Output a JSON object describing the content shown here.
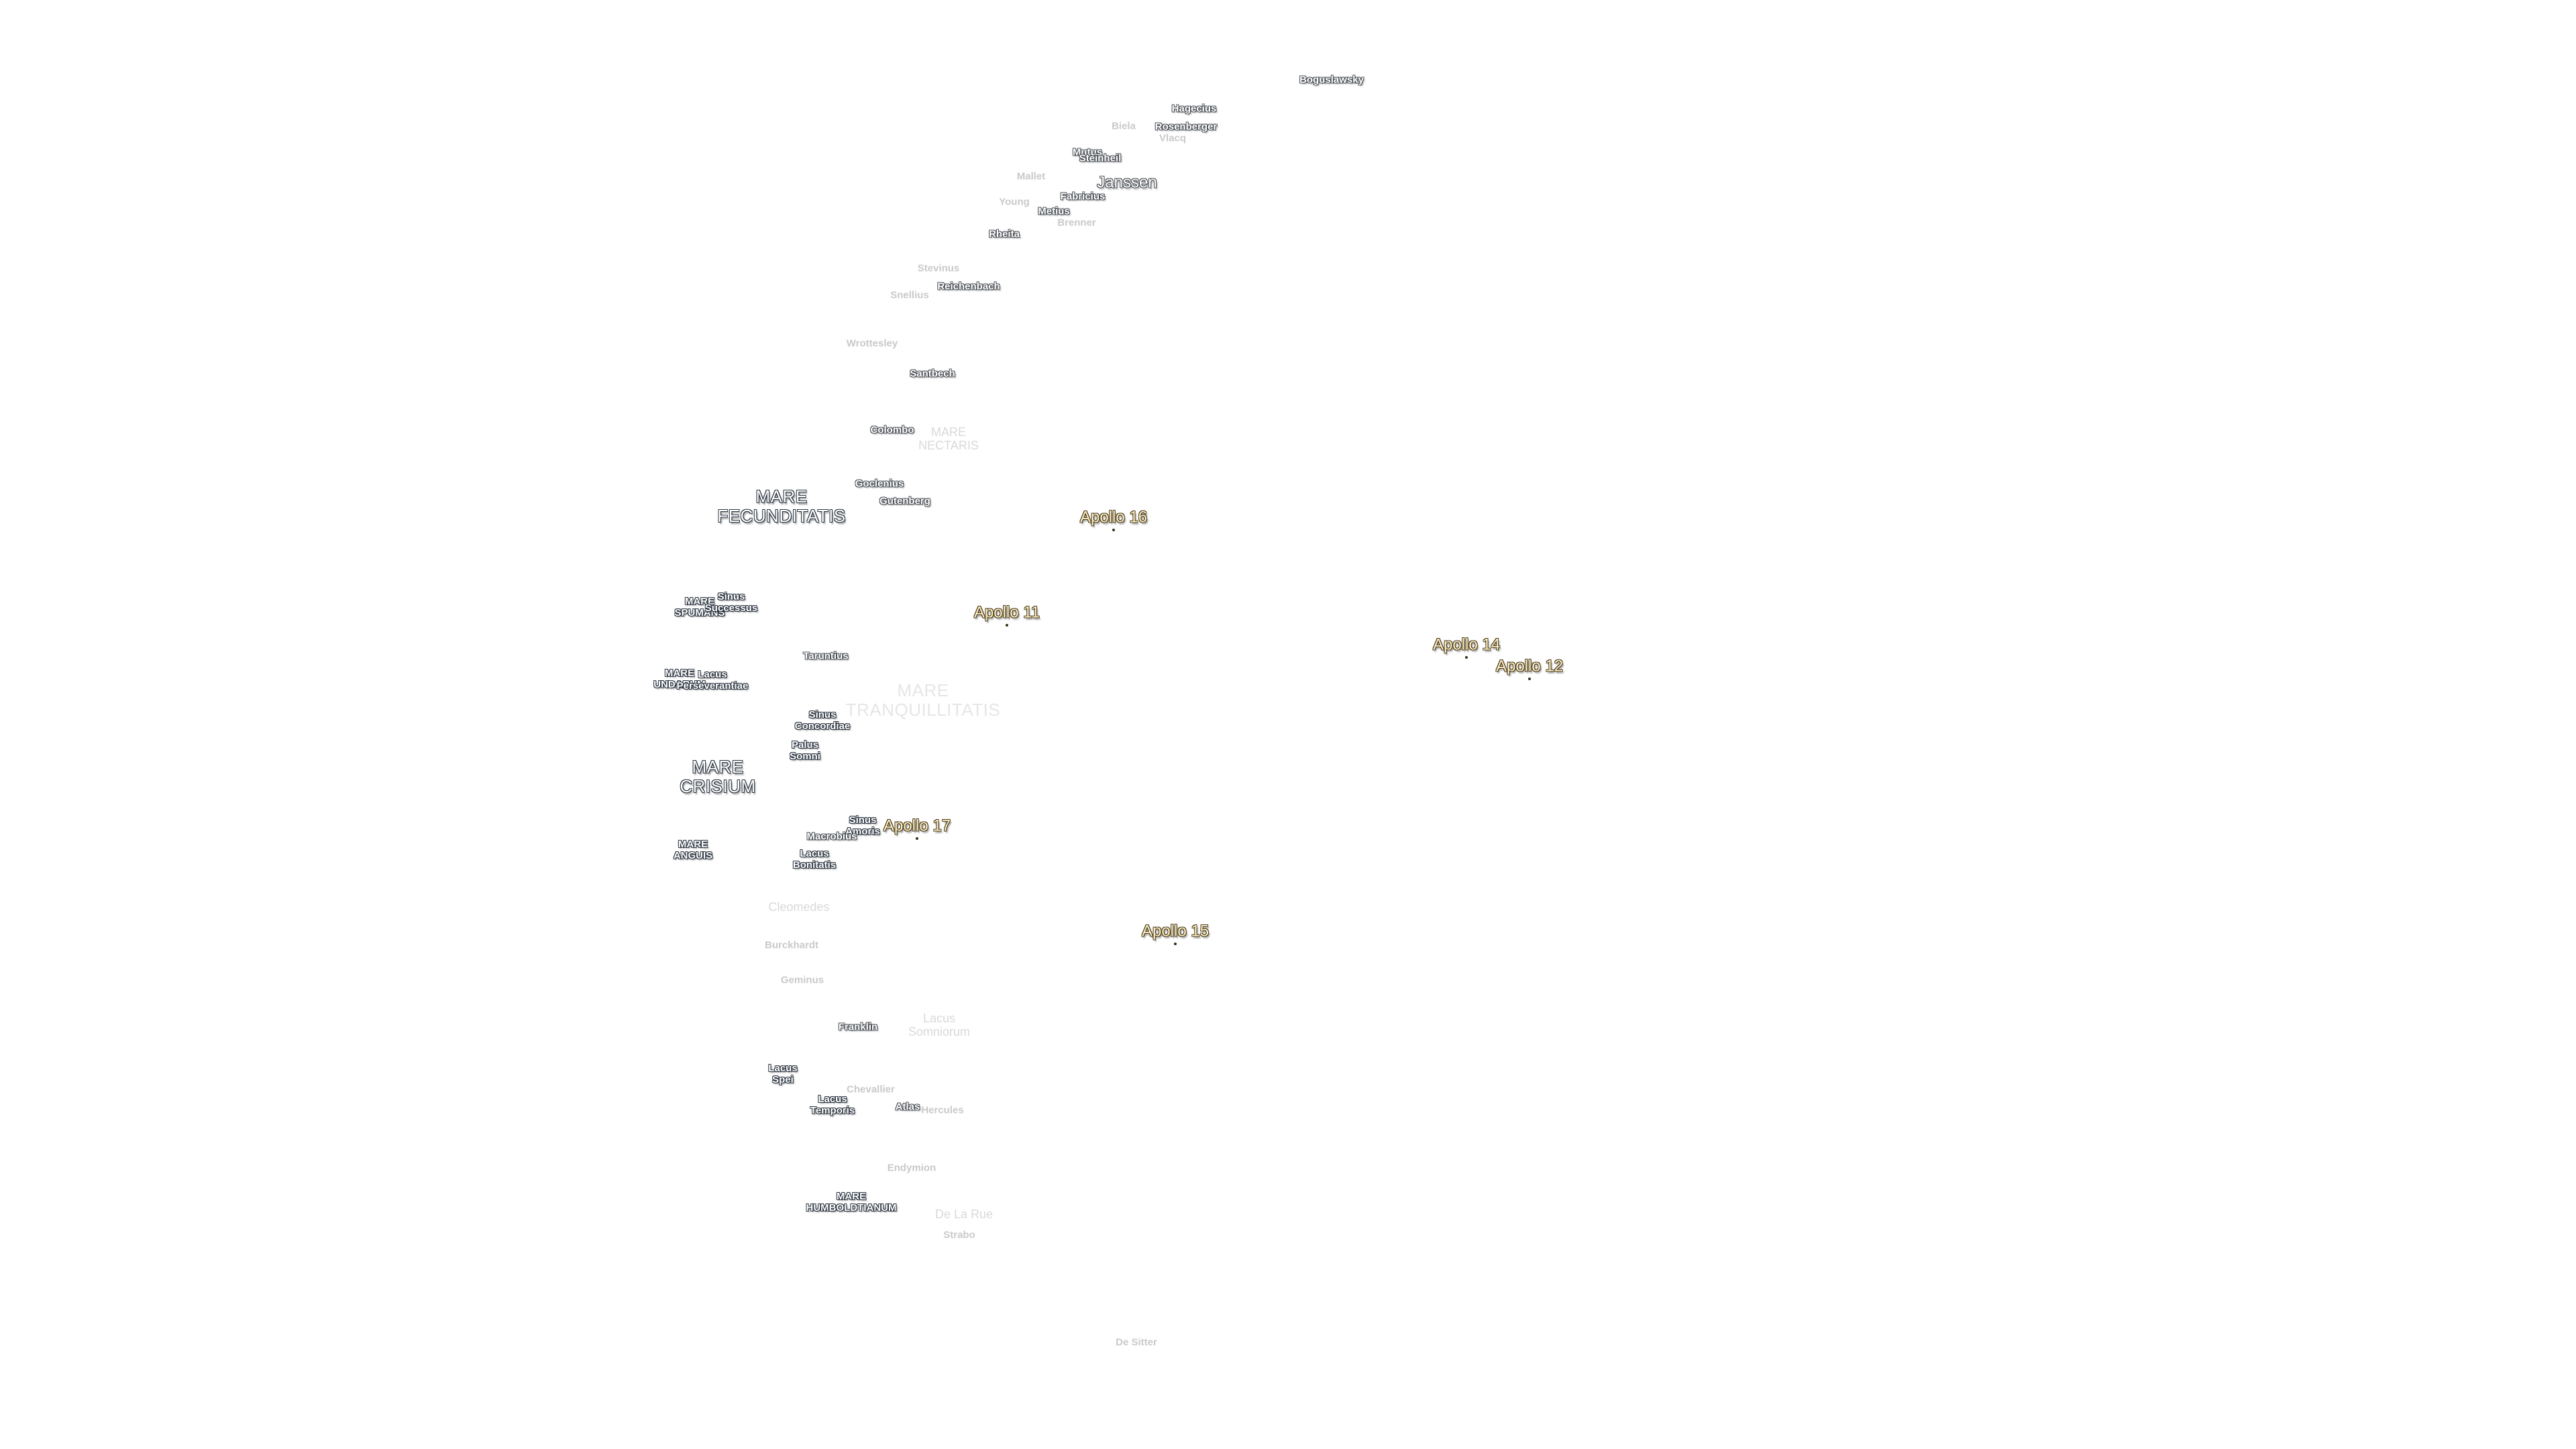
{
  "maria": [
    {
      "id": "mare-fecunditatis",
      "text": "MARE\nFECUNDITATIS"
    },
    {
      "id": "mare-nectaris",
      "text": "MARE\nNECTARIS"
    },
    {
      "id": "mare-spumans",
      "text": "MARE\nSPUMANS"
    },
    {
      "id": "sinus-successus",
      "text": "Sinus\nSuccessus"
    },
    {
      "id": "mare-undarum",
      "text": "MARE\nUNDARUM"
    },
    {
      "id": "lacus-perseverantiae",
      "text": "Lacus\nPerseverantiae"
    },
    {
      "id": "mare-tranquillitatis",
      "text": "MARE\nTRANQUILLITATIS"
    },
    {
      "id": "sinus-concordiae",
      "text": "Sinus\nConcordiae"
    },
    {
      "id": "palus-somni",
      "text": "Palus\nSomni"
    },
    {
      "id": "mare-crisium",
      "text": "MARE\nCRISIUM"
    },
    {
      "id": "sinus-amoris",
      "text": "Sinus\nAmoris"
    },
    {
      "id": "mare-anguis",
      "text": "MARE\nANGUIS"
    },
    {
      "id": "lacus-bonitatis",
      "text": "Lacus\nBonitatis"
    },
    {
      "id": "lacus-somniorum",
      "text": "Lacus\nSomniorum"
    },
    {
      "id": "lacus-spei",
      "text": "Lacus\nSpei"
    },
    {
      "id": "lacus-temporis",
      "text": "Lacus\nTemporis"
    },
    {
      "id": "mare-humboldtianum",
      "text": "MARE\nHUMBOLDTIANUM"
    }
  ],
  "craters": [
    {
      "id": "boguslawsky",
      "text": "Boguslawsky"
    },
    {
      "id": "hagecius",
      "text": "Hagecius"
    },
    {
      "id": "biela",
      "text": "Biela"
    },
    {
      "id": "rosenberger",
      "text": "Rosenberger"
    },
    {
      "id": "vlacq",
      "text": "Vlacq"
    },
    {
      "id": "mutus",
      "text": "Mutus"
    },
    {
      "id": "steinheil",
      "text": "Steinheil"
    },
    {
      "id": "janssen",
      "text": "Janssen"
    },
    {
      "id": "mallet",
      "text": "Mallet"
    },
    {
      "id": "young",
      "text": "Young"
    },
    {
      "id": "fabricius",
      "text": "Fabricius"
    },
    {
      "id": "metius",
      "text": "Metius"
    },
    {
      "id": "brenner",
      "text": "Brenner"
    },
    {
      "id": "rheita",
      "text": "Rheita"
    },
    {
      "id": "stevinus",
      "text": "Stevinus"
    },
    {
      "id": "reichenbach",
      "text": "Reichenbach"
    },
    {
      "id": "snellius",
      "text": "Snellius"
    },
    {
      "id": "santbech",
      "text": "Santbech"
    },
    {
      "id": "colombo",
      "text": "Colombo"
    },
    {
      "id": "goclenius",
      "text": "Goclenius"
    },
    {
      "id": "gutenberg",
      "text": "Gutenberg"
    },
    {
      "id": "taruntius",
      "text": "Taruntius"
    },
    {
      "id": "macrobius",
      "text": "Macrobius"
    },
    {
      "id": "cleomedes",
      "text": "Cleomedes"
    },
    {
      "id": "burckhardt",
      "text": "Burckhardt"
    },
    {
      "id": "geminus",
      "text": "Geminus"
    },
    {
      "id": "franklin",
      "text": "Franklin"
    },
    {
      "id": "chevallier",
      "text": "Chevallier"
    },
    {
      "id": "atlas",
      "text": "Atlas"
    },
    {
      "id": "hercules",
      "text": "Hercules"
    },
    {
      "id": "endymion",
      "text": "Endymion"
    },
    {
      "id": "de-la-rue",
      "text": "De La Rue"
    },
    {
      "id": "strabo",
      "text": "Strabo"
    },
    {
      "id": "de-sitter",
      "text": "De Sitter"
    },
    {
      "id": "wrottesley",
      "text": "Wrottesley"
    }
  ],
  "landing_sites": [
    {
      "id": "apollo-16",
      "text": "Apollo 16"
    },
    {
      "id": "apollo-11",
      "text": "Apollo 11"
    },
    {
      "id": "apollo-14",
      "text": "Apollo 14"
    },
    {
      "id": "apollo-12",
      "text": "Apollo 12"
    },
    {
      "id": "apollo-17",
      "text": "Apollo 17"
    },
    {
      "id": "apollo-15",
      "text": "Apollo 15"
    }
  ]
}
